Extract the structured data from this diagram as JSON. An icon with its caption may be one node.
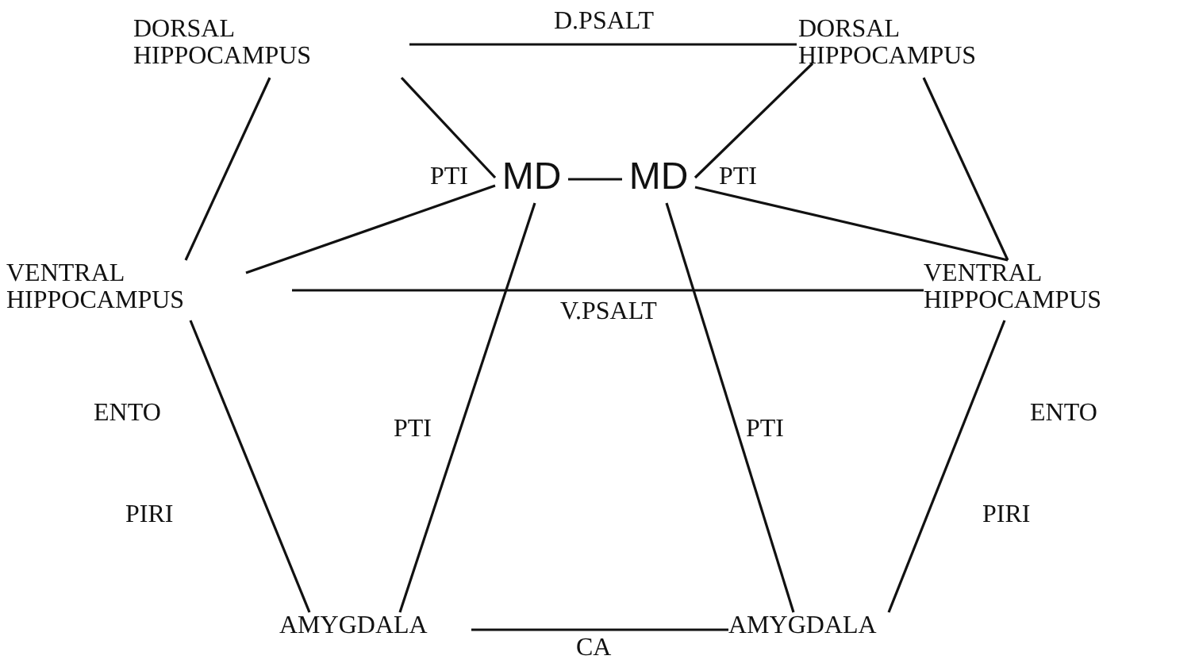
{
  "diagram": {
    "nodes": [
      {
        "text": [
          "DORSAL HIPPOCAMPUS"
        ]
      },
      {
        "text": [
          "DORSAL HIPPOCAMPUS"
        ]
      },
      {
        "text": [
          "MD"
        ]
      },
      {
        "text": [
          "MD"
        ]
      },
      {
        "text": [
          "VENTRAL HIPPOCAMPUS"
        ]
      },
      {
        "text": [
          "VENTRAL HIPPOCAMPUS"
        ]
      },
      {
        "text": [
          "AMYGDALA"
        ]
      },
      {
        "text": [
          "AMYGDALA"
        ]
      }
    ],
    "edges": [
      {
        "from": 0,
        "to": 1,
        "arrow": "none",
        "label": "D.PSALT"
      },
      {
        "from": 0,
        "to": 2,
        "arrow": "none"
      },
      {
        "from": 0,
        "to": 4,
        "arrow": "none"
      },
      {
        "from": 4,
        "to": 2,
        "arrow": "none"
      },
      {
        "from": 2,
        "to": 3,
        "arrow": "none"
      },
      {
        "from": 1,
        "to": 3,
        "arrow": "none"
      },
      {
        "from": 3,
        "to": 5,
        "arrow": "none"
      },
      {
        "from": 1,
        "to": 5,
        "arrow": "none"
      },
      {
        "from": 4,
        "to": 5,
        "arrow": "none",
        "label": "V.PSALT"
      },
      {
        "from": 4,
        "to": 6,
        "arrow": "none"
      },
      {
        "from": 2,
        "to": 6,
        "arrow": "none",
        "label": "PTI"
      },
      {
        "from": 3,
        "to": 7,
        "arrow": "none",
        "label": "PTI"
      },
      {
        "from": 5,
        "to": 7,
        "arrow": "none"
      },
      {
        "from": 6,
        "to": 7,
        "arrow": "none",
        "label": "CA"
      }
    ],
    "labels": [
      "PTI",
      "PTI",
      "ENTO",
      "PIRI",
      "ENTO",
      "PIRI"
    ]
  }
}
